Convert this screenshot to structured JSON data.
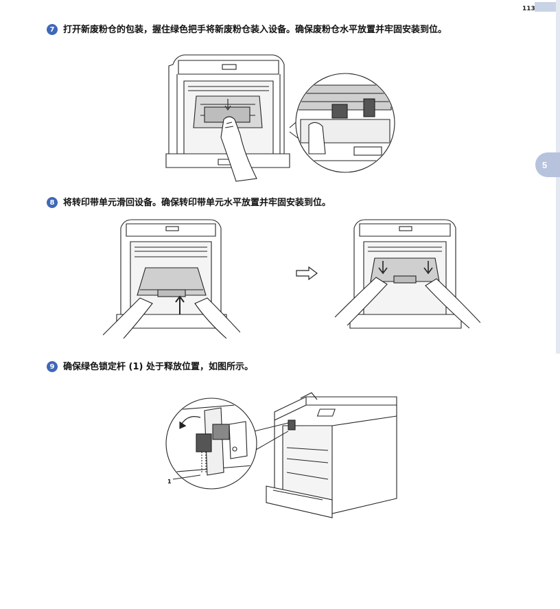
{
  "header": {
    "page_number": "113",
    "chapter_tab": "5"
  },
  "steps": [
    {
      "number": "7",
      "text": "打开新废粉仓的包装，握住绿色把手将新废粉仓装入设备。确保废粉仓水平放置并牢固安装到位。"
    },
    {
      "number": "8",
      "text": "将转印带单元滑回设备。确保转印带单元水平放置并牢固安装到位。"
    },
    {
      "number": "9",
      "text": "确保绿色锁定杆 (1) 处于释放位置，如图所示。"
    }
  ],
  "figure3": {
    "callout_label": "1"
  },
  "colors": {
    "step_badge": "#4068b8",
    "chapter_tab": "#b7c3dd",
    "header_tab": "#c9d3e6"
  }
}
